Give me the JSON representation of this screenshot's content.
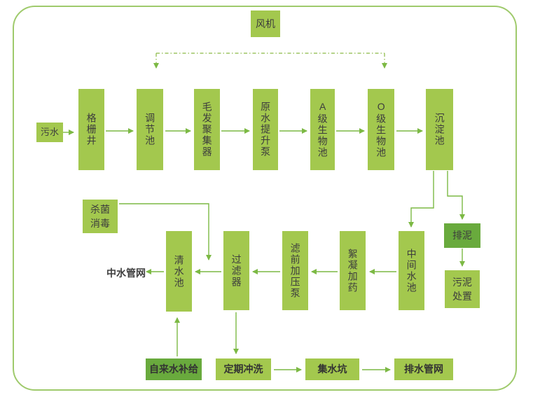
{
  "diagram": {
    "type": "process-flow",
    "subject": "sewage / reclaimed water treatment process",
    "colors": {
      "box_light": "#a3c84e",
      "box_dark": "#69aa3d",
      "line": "#7cb944",
      "dashed_line": "#8ab944",
      "text": "#3d3d3d",
      "border": "#9fca6c",
      "background": "#ffffff"
    },
    "nodes": {
      "fan": {
        "label": "风机"
      },
      "sewage": {
        "label": "污水"
      },
      "grid_well": {
        "label": "格栅井"
      },
      "regulating_tank": {
        "label": "调节池"
      },
      "hair_collector": {
        "label": "毛发聚集器"
      },
      "raw_water_lift_pump": {
        "label": "原水提升泵"
      },
      "a_bio_tank": {
        "label": "A级生物池"
      },
      "o_bio_tank": {
        "label": "O级生物池"
      },
      "sedimentation_tank": {
        "label": "沉淀池"
      },
      "sludge_discharge": {
        "label": "排泥"
      },
      "sludge_disposal": {
        "label": "污泥\n处置"
      },
      "intermediate_tank": {
        "label": "中间水池"
      },
      "flocculant_dosing": {
        "label": "絮凝加药"
      },
      "pre_filter_pump": {
        "label": "滤前加压泵"
      },
      "filter": {
        "label": "过滤器"
      },
      "clear_water_tank": {
        "label": "清水池"
      },
      "disinfection": {
        "label": "杀菌\n消毒"
      },
      "reclaimed_water_network": {
        "label": "中水管网"
      },
      "tap_water_supply": {
        "label": "自来水补给"
      },
      "periodic_flushing": {
        "label": "定期冲洗"
      },
      "collection_pit": {
        "label": "集水坑"
      },
      "drainage_network": {
        "label": "排水管网"
      }
    },
    "edges": [
      {
        "from": "sewage",
        "to": "grid_well"
      },
      {
        "from": "grid_well",
        "to": "regulating_tank"
      },
      {
        "from": "regulating_tank",
        "to": "hair_collector"
      },
      {
        "from": "hair_collector",
        "to": "raw_water_lift_pump"
      },
      {
        "from": "raw_water_lift_pump",
        "to": "a_bio_tank"
      },
      {
        "from": "a_bio_tank",
        "to": "o_bio_tank"
      },
      {
        "from": "o_bio_tank",
        "to": "sedimentation_tank"
      },
      {
        "from": "fan",
        "to": "regulating_tank",
        "style": "dashed"
      },
      {
        "from": "fan",
        "to": "o_bio_tank",
        "style": "dashed"
      },
      {
        "from": "sedimentation_tank",
        "to": "intermediate_tank"
      },
      {
        "from": "sedimentation_tank",
        "to": "sludge_discharge"
      },
      {
        "from": "sludge_discharge",
        "to": "sludge_disposal"
      },
      {
        "from": "intermediate_tank",
        "to": "flocculant_dosing"
      },
      {
        "from": "flocculant_dosing",
        "to": "pre_filter_pump"
      },
      {
        "from": "pre_filter_pump",
        "to": "filter"
      },
      {
        "from": "filter",
        "to": "clear_water_tank"
      },
      {
        "from": "clear_water_tank",
        "to": "reclaimed_water_network"
      },
      {
        "from": "disinfection",
        "to": "filter-clear_water_tank-line"
      },
      {
        "from": "tap_water_supply",
        "to": "clear_water_tank"
      },
      {
        "from": "filter",
        "to": "periodic_flushing"
      },
      {
        "from": "periodic_flushing",
        "to": "collection_pit"
      },
      {
        "from": "collection_pit",
        "to": "drainage_network"
      }
    ]
  }
}
